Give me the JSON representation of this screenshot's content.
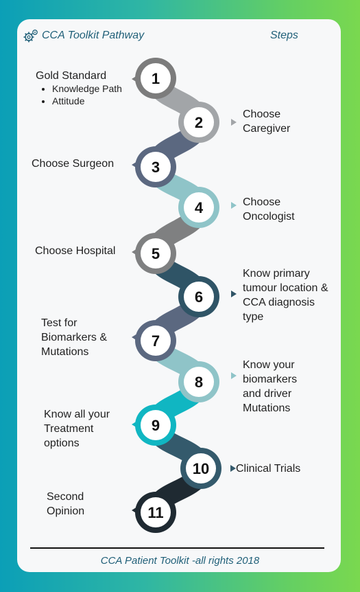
{
  "header": {
    "title": "CCA Toolkit Pathway",
    "steps_label": "Steps",
    "icon": "gear-icon"
  },
  "steps": [
    {
      "number": "1",
      "label": "Gold Standard",
      "bullets": [
        "Knowledge Path",
        "Attitude"
      ],
      "color": "#7c7c7c"
    },
    {
      "number": "2",
      "label": "Choose Caregiver",
      "color": "#a2a5a8"
    },
    {
      "number": "3",
      "label": "Choose Surgeon",
      "color": "#5b6880"
    },
    {
      "number": "4",
      "label": "Choose Oncologist",
      "color": "#8fc4c8"
    },
    {
      "number": "5",
      "label": "Choose Hospital",
      "color": "#7f8081"
    },
    {
      "number": "6",
      "label": "Know primary tumour location & CCA diagnosis type",
      "color": "#2f5466"
    },
    {
      "number": "7",
      "label": "Test for Biomarkers & Mutations",
      "color": "#5b6880"
    },
    {
      "number": "8",
      "label": "Know your biomarkers and driver Mutations",
      "color": "#8fc4c8"
    },
    {
      "number": "9",
      "label": "Know all your Treatment options",
      "color": "#10b6c2"
    },
    {
      "number": "10",
      "label": "Clinical Trials",
      "color": "#345a6c"
    },
    {
      "number": "11",
      "label": "Second Opinion",
      "color": "#1f2a32"
    }
  ],
  "footer": "CCA Patient Toolkit  -all rights 2018"
}
